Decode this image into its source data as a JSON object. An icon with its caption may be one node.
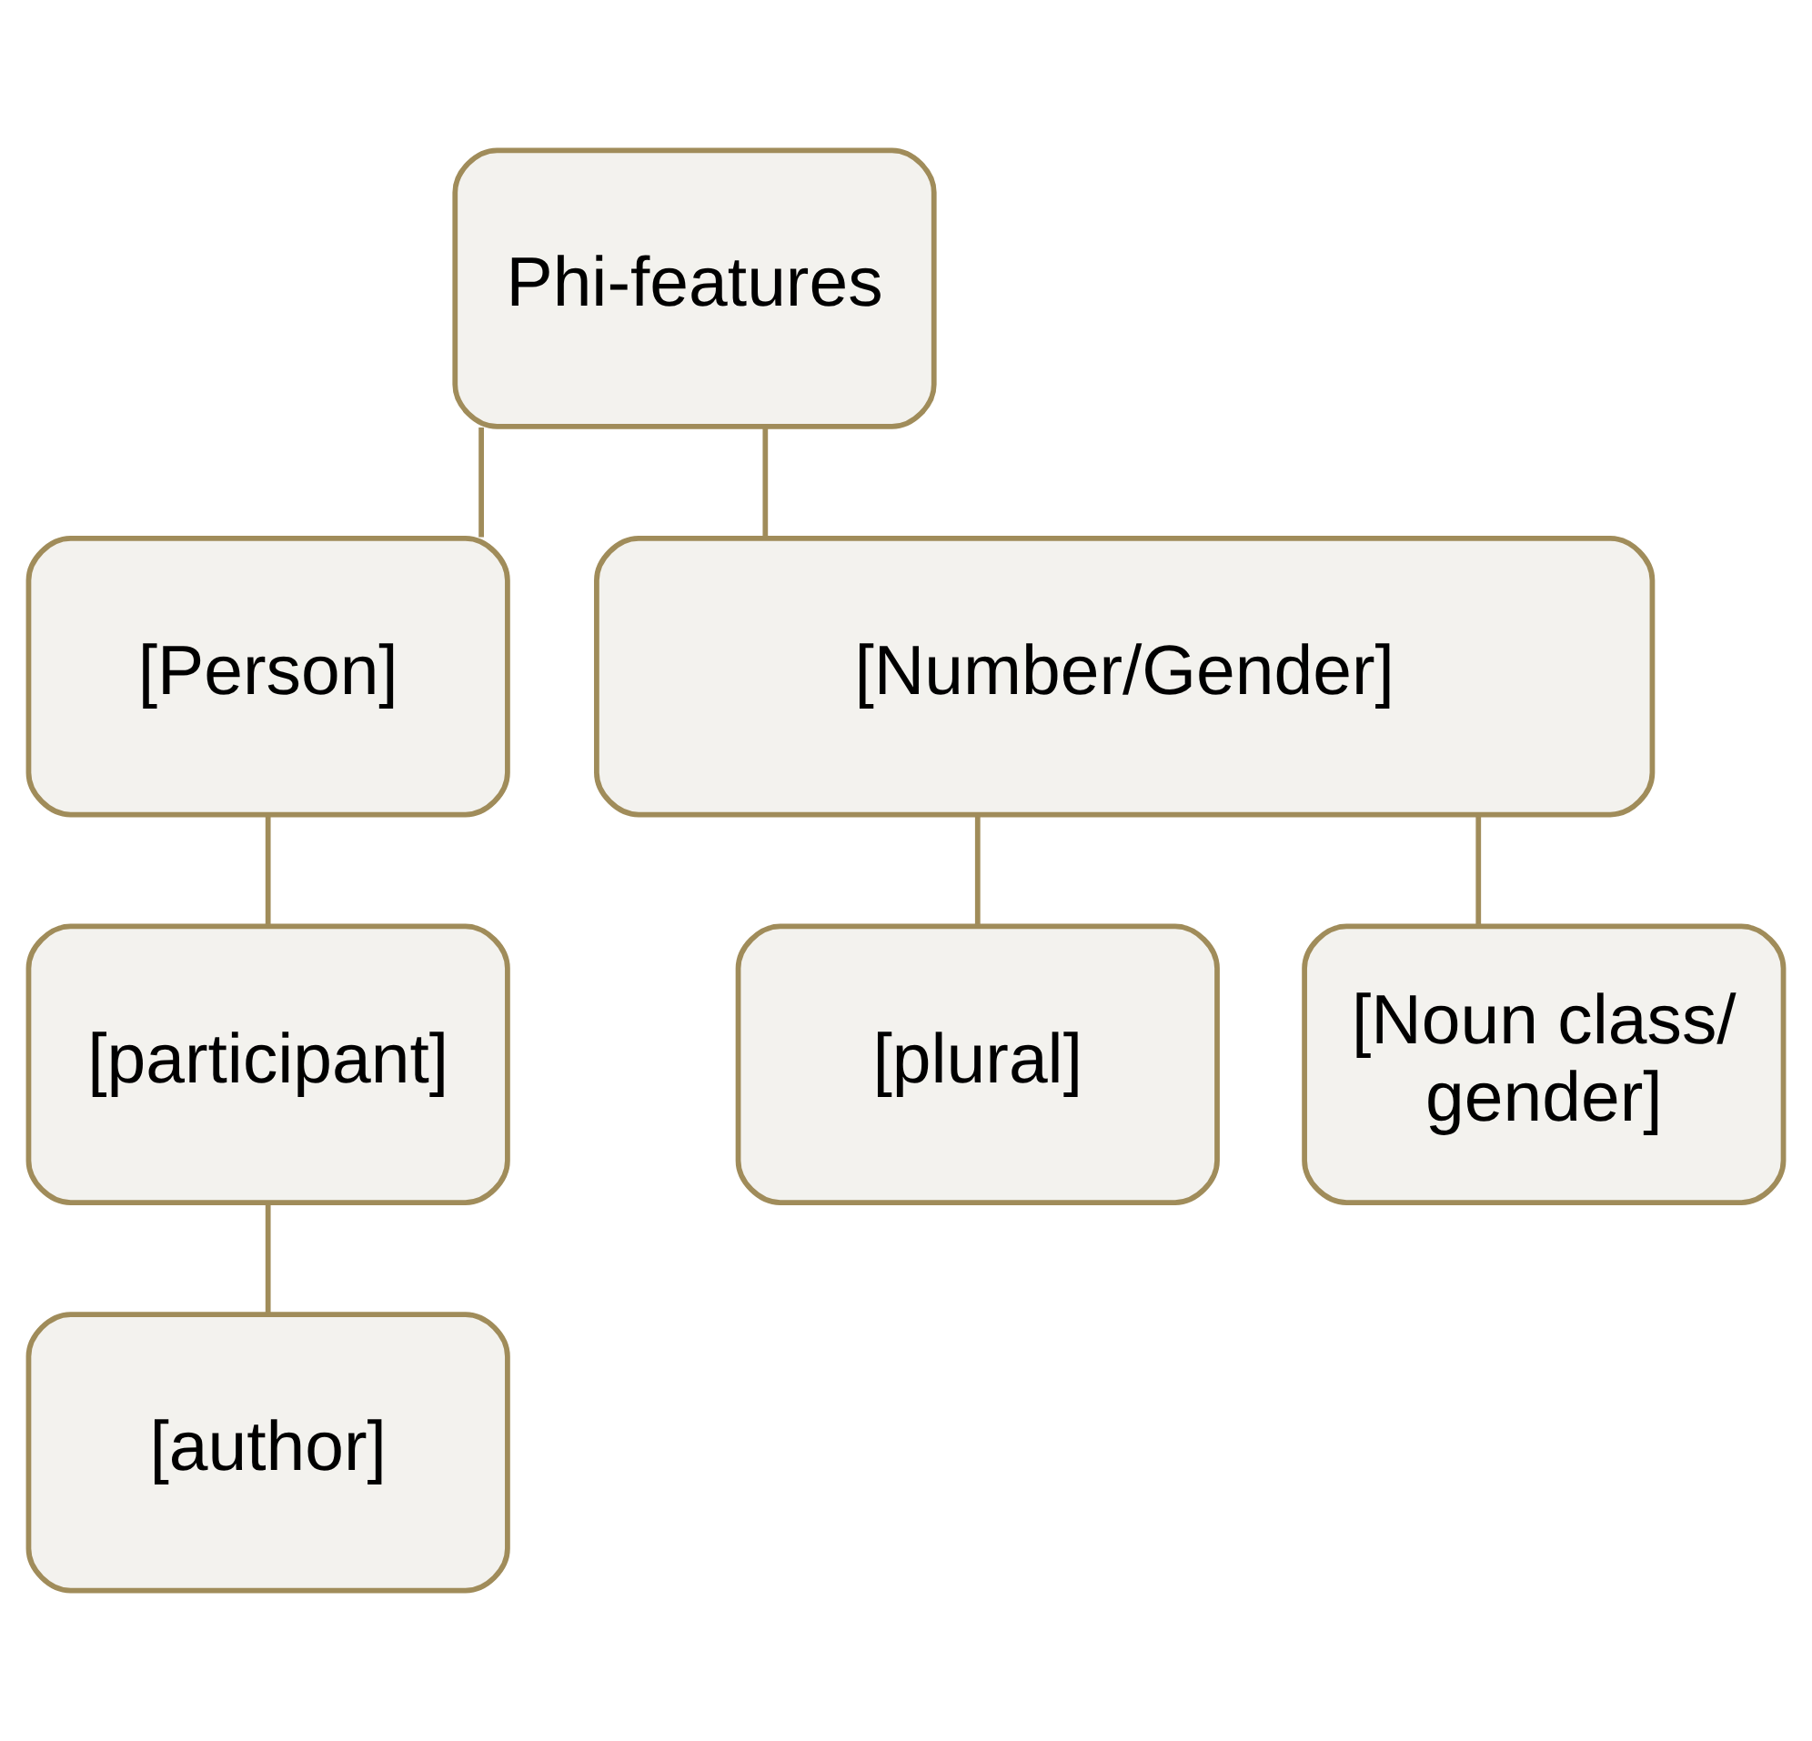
{
  "diagram": {
    "nodes": [
      {
        "text": [
          "Phi-features"
        ]
      },
      {
        "text": [
          "[Person]"
        ]
      },
      {
        "text": [
          "[Number/Gender]"
        ]
      },
      {
        "text": [
          "[participant]"
        ]
      },
      {
        "text": [
          "[plural]"
        ]
      },
      {
        "text": [
          "[Noun class/ gender]"
        ]
      },
      {
        "text": [
          "[author]"
        ]
      }
    ],
    "edges": [
      {
        "from": 0,
        "to": 1,
        "arrow": "none"
      },
      {
        "from": 0,
        "to": 2,
        "arrow": "none"
      },
      {
        "from": 1,
        "to": 3,
        "arrow": "none"
      },
      {
        "from": 2,
        "to": 4,
        "arrow": "none"
      },
      {
        "from": 2,
        "to": 5,
        "arrow": "none"
      },
      {
        "from": 3,
        "to": 6,
        "arrow": "none"
      }
    ]
  }
}
